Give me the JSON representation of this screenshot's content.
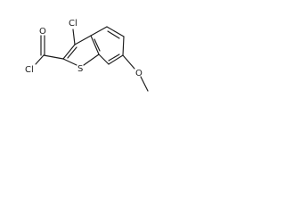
{
  "molecule": {
    "atoms": {
      "cl_ring": "Cl",
      "cl_acyl": "Cl",
      "oxygen_carbonyl": "O",
      "sulfur": "S",
      "oxygen_methoxy": "O"
    }
  }
}
